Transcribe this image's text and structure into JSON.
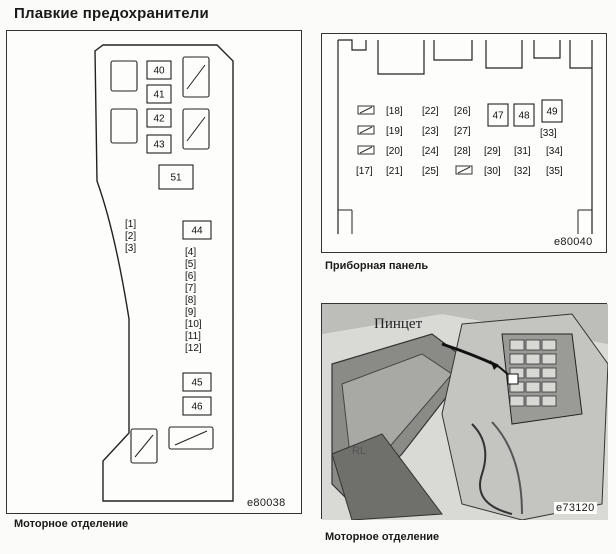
{
  "header": {
    "title": "Плавкие предохранители"
  },
  "engine_box": {
    "code": "e80038",
    "caption": "Моторное отделение",
    "big_fuses": [
      "40",
      "41",
      "42",
      "43",
      "51",
      "44",
      "45",
      "46"
    ],
    "small_fuses": [
      "1",
      "2",
      "3",
      "4",
      "5",
      "6",
      "7",
      "8",
      "9",
      "10",
      "11",
      "12"
    ]
  },
  "panel_box": {
    "code": "e80040",
    "caption": "Приборная панель",
    "big_fuses": [
      "47",
      "48",
      "49"
    ],
    "small_fuses": [
      "18",
      "22",
      "26",
      "19",
      "23",
      "27",
      "33",
      "20",
      "24",
      "28",
      "29",
      "31",
      "34",
      "17",
      "21",
      "25",
      "30",
      "32",
      "35"
    ]
  },
  "photo": {
    "code": "e73120",
    "caption": "Моторное отделение",
    "label": "Пинцет",
    "embossed_text": "RL"
  }
}
